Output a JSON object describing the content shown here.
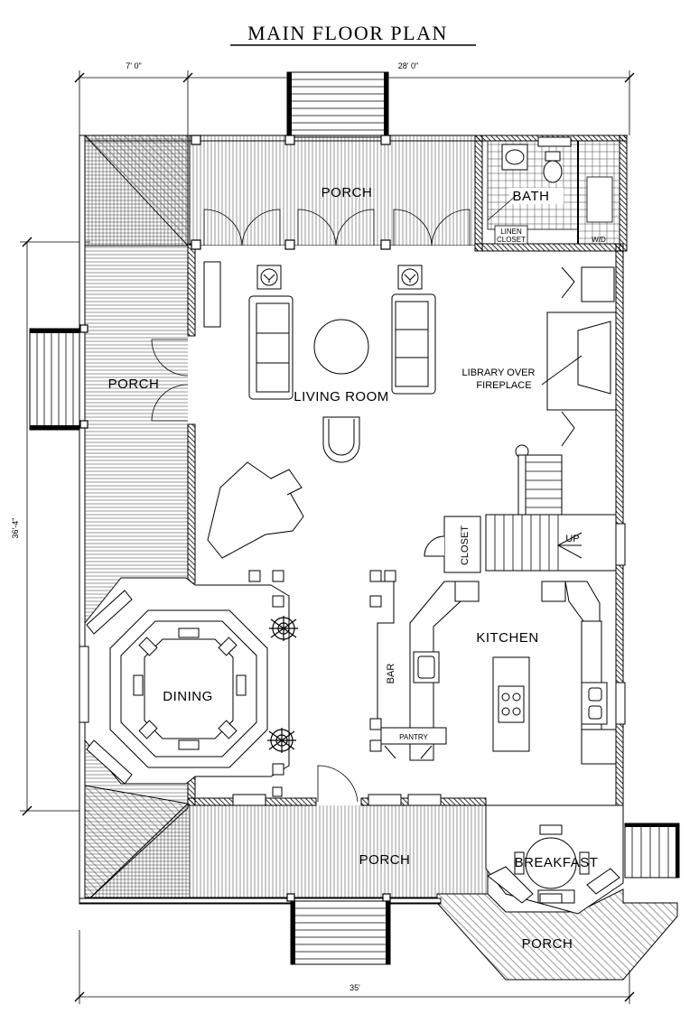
{
  "title": "MAIN FLOOR PLAN",
  "dimensions": {
    "top_left": "7' 0\"",
    "top_right": "28' 0\"",
    "left": "36'-4\"",
    "bottom": "35'"
  },
  "rooms": {
    "porch_top": "PORCH",
    "porch_left": "PORCH",
    "porch_bottom": "PORCH",
    "porch_bottom_right": "PORCH",
    "bath": "BATH",
    "linen_closet_line1": "LINEN",
    "linen_closet_line2": "CLOSET",
    "laundry": "W/D",
    "living_room": "LIVING ROOM",
    "library_line1": "LIBRARY OVER",
    "library_line2": "FIREPLACE",
    "closet": "CLOSET",
    "stairs_up": "UP",
    "kitchen": "KITCHEN",
    "bar": "BAR",
    "pantry": "PANTRY",
    "dining": "DINING",
    "breakfast": "BREAKFAST"
  }
}
